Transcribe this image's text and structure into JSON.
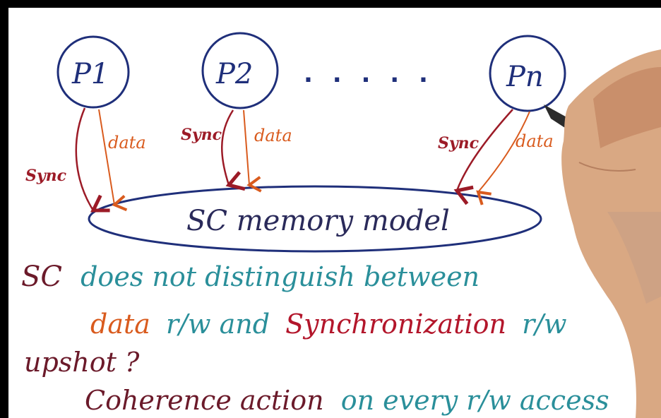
{
  "diagram": {
    "processors": [
      "P1",
      "P2",
      "Pn"
    ],
    "ellipsis": ". . . . .",
    "sync_label": "Sync",
    "data_label": "data",
    "memory_model": "SC memory model"
  },
  "notes": {
    "line1_a": "SC",
    "line1_b": "does not distinguish between",
    "line2_a": "data",
    "line2_b": "r/w and",
    "line2_c": "Synchronization",
    "line2_d": "r/w",
    "line3": "upshot ?",
    "line4_a": "Coherence action",
    "line4_b": "on every r/w access"
  },
  "colors": {
    "ink_blue": "#1f2f7a",
    "sync_red": "#9c1b27",
    "data_orange": "#d95b1e",
    "text_maroon": "#6b1a2a",
    "text_teal": "#2a8f9a"
  }
}
